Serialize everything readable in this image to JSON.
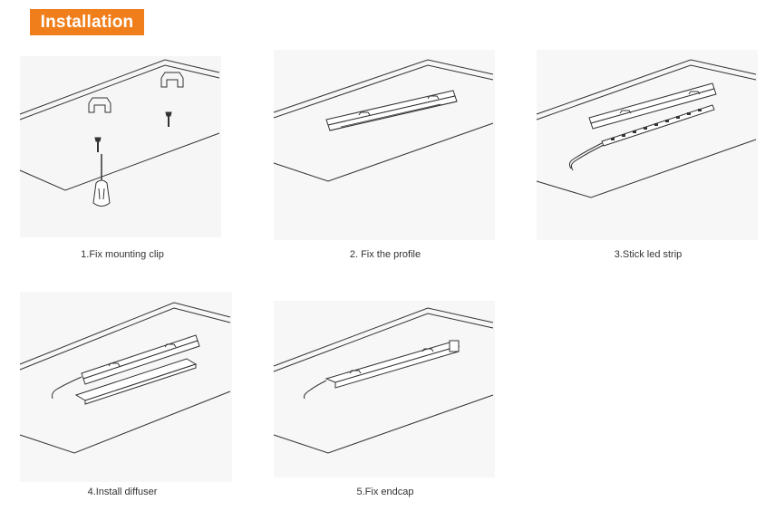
{
  "header": {
    "title": "Installation",
    "accent_color": "#F07E1B"
  },
  "steps": [
    {
      "caption": "1.Fix mounting clip"
    },
    {
      "caption": "2. Fix the profile"
    },
    {
      "caption": "3.Stick led strip"
    },
    {
      "caption": "4.Install diffuser"
    },
    {
      "caption": "5.Fix endcap"
    }
  ],
  "colors": {
    "line": "#333333",
    "faint": "#eeeeee"
  }
}
